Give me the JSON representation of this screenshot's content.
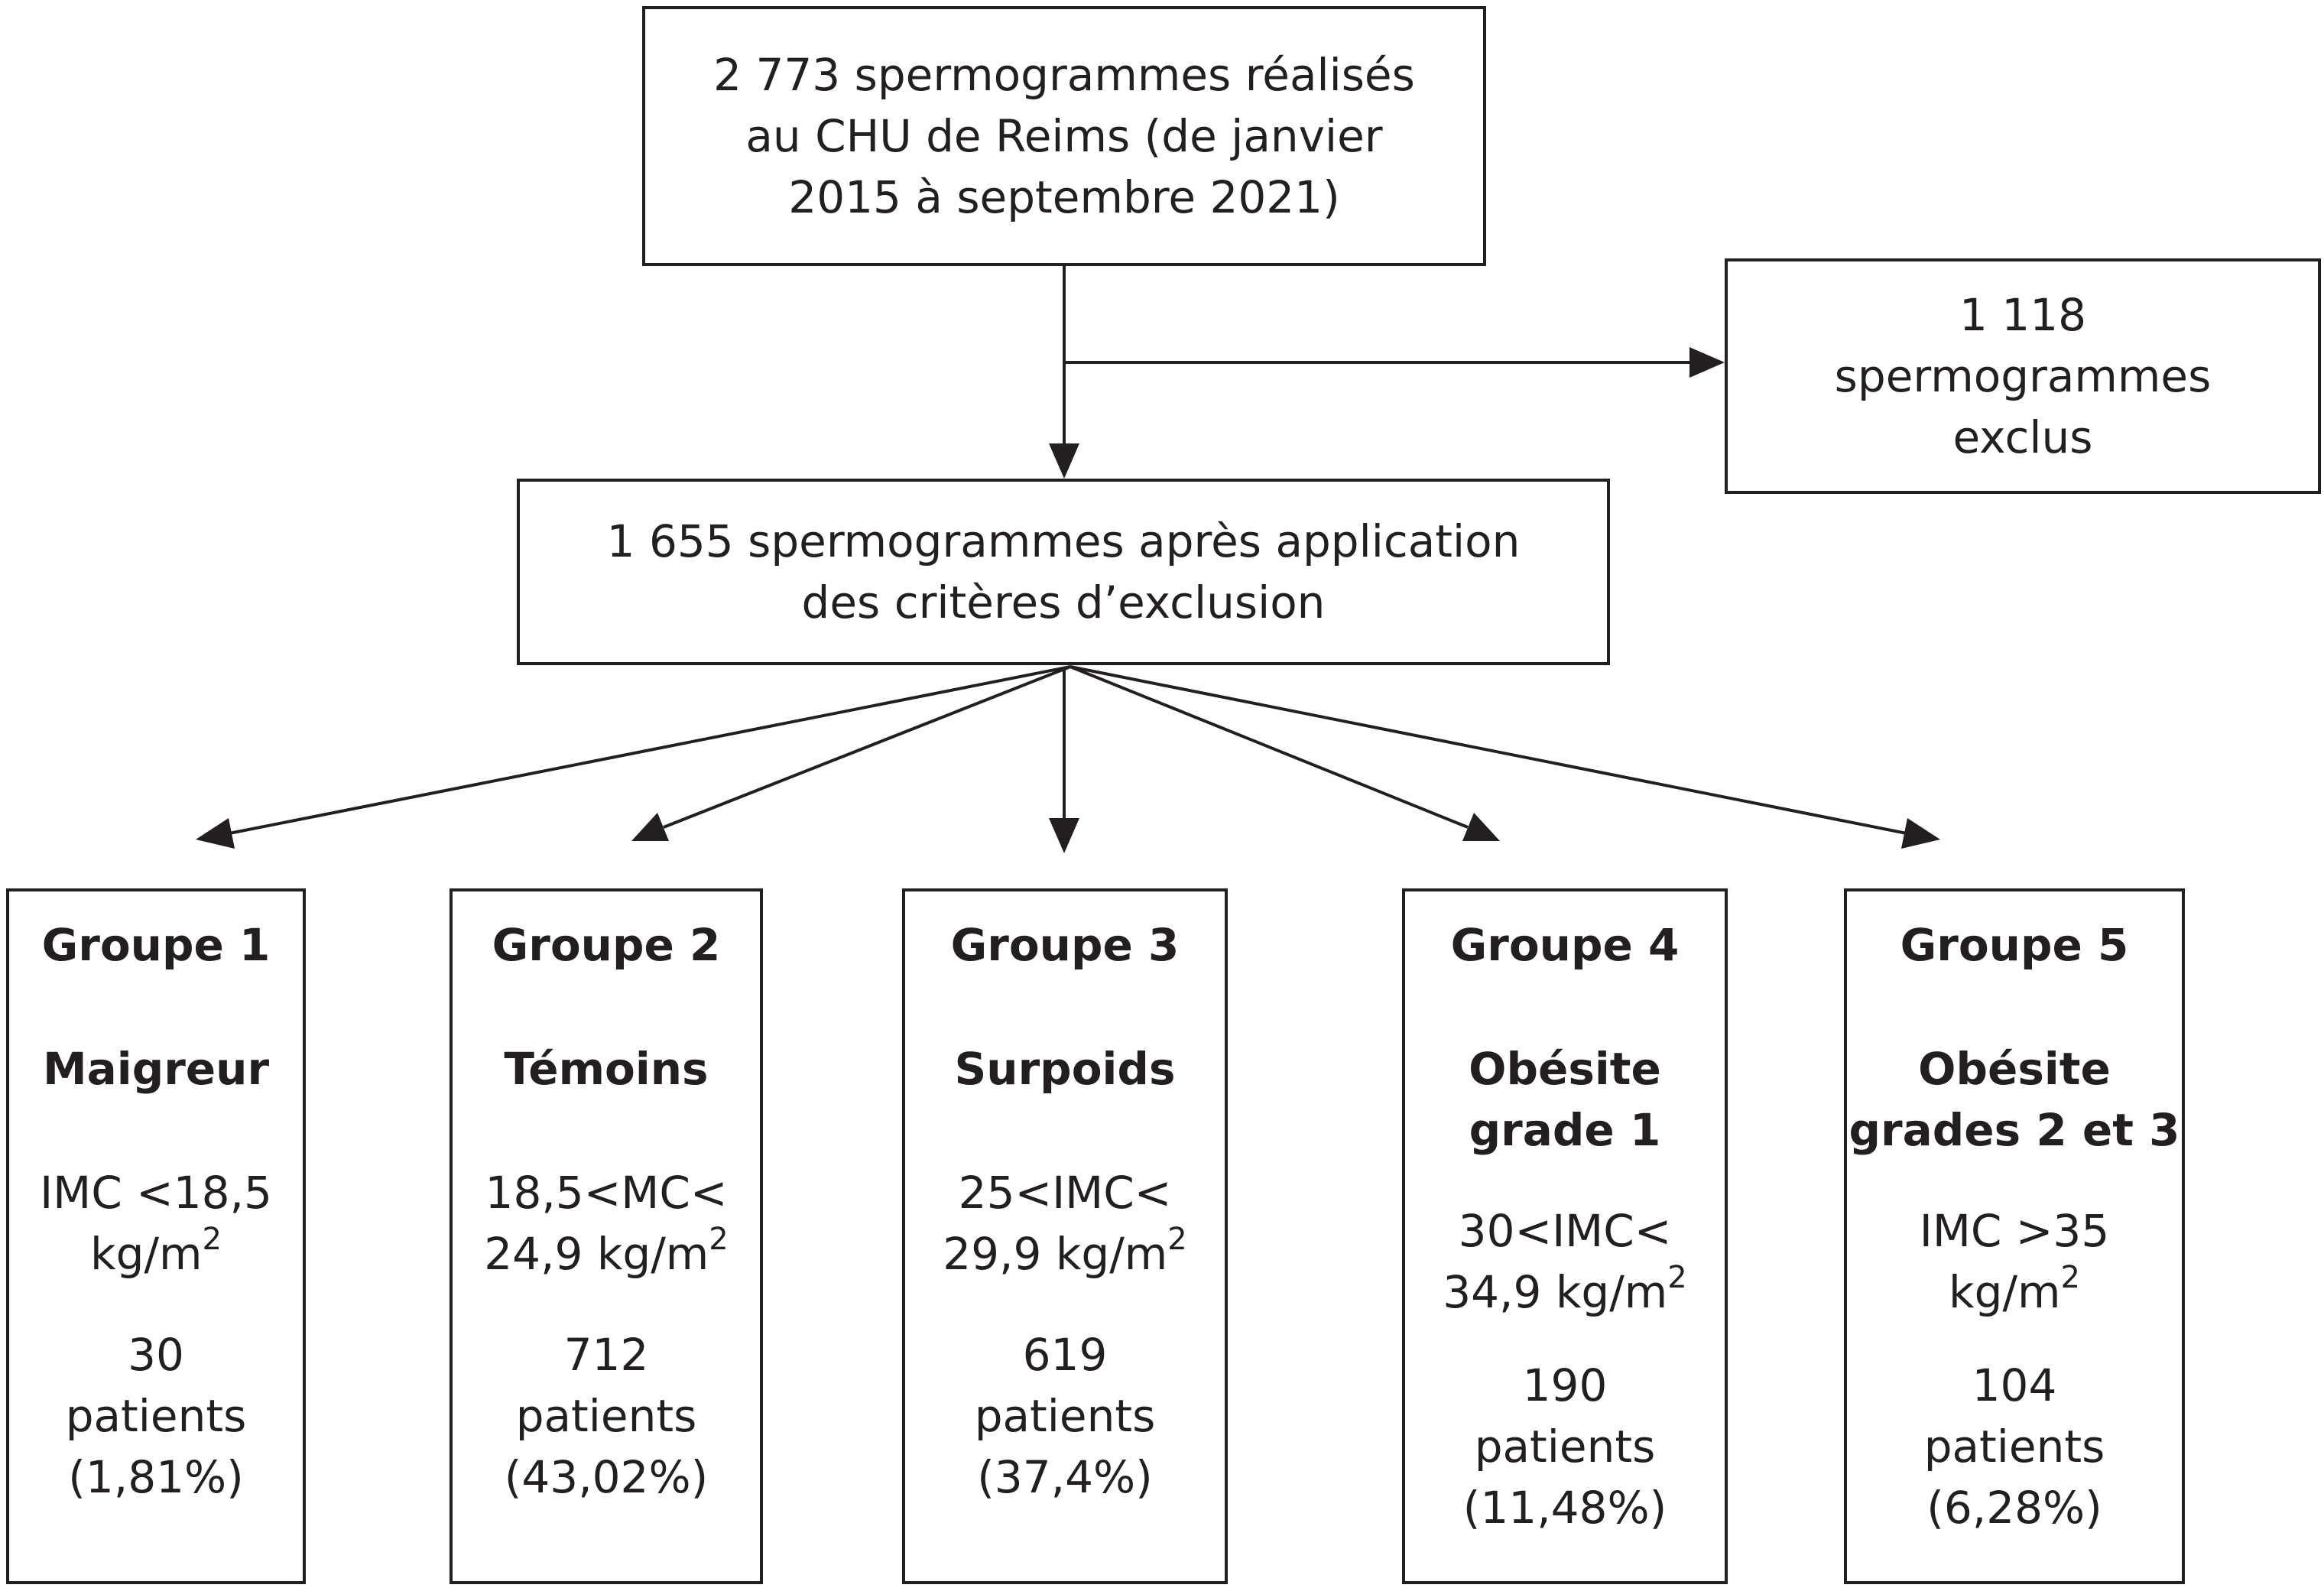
{
  "flowchart": {
    "source_box": {
      "lines": [
        "2 773 spermogrammes réalisés",
        "au CHU de Reims (de janvier",
        "2015 à septembre 2021)"
      ]
    },
    "excluded_box": {
      "lines": [
        "1 118",
        "spermogrammes",
        "exclus"
      ]
    },
    "after_box": {
      "lines": [
        "1 655 spermogrammes après application",
        "des critères d’exclusion"
      ]
    },
    "groups": [
      {
        "title": "Groupe 1",
        "name_lines": [
          "Maigreur"
        ],
        "imc_lines": [
          "IMC <18,5",
          "kg/m"
        ],
        "imc_sup": "2",
        "count_lines": [
          "30",
          "patients",
          "(1,81%)"
        ]
      },
      {
        "title": "Groupe 2",
        "name_lines": [
          "Témoins"
        ],
        "imc_lines": [
          "18,5<MC<",
          "24,9 kg/m"
        ],
        "imc_sup": "2",
        "count_lines": [
          "712",
          "patients",
          "(43,02%)"
        ]
      },
      {
        "title": "Groupe 3",
        "name_lines": [
          "Surpoids"
        ],
        "imc_lines": [
          "25<IMC<",
          "29,9 kg/m"
        ],
        "imc_sup": "2",
        "count_lines": [
          "619",
          "patients",
          "(37,4%)"
        ]
      },
      {
        "title": "Groupe 4",
        "name_lines": [
          "Obésite",
          "grade 1"
        ],
        "imc_lines": [
          "30<IMC<",
          "34,9 kg/m"
        ],
        "imc_sup": "2",
        "count_lines": [
          "190",
          "patients",
          "(11,48%)"
        ]
      },
      {
        "title": "Groupe 5",
        "name_lines": [
          "Obésite",
          "grades 2 et 3"
        ],
        "imc_lines": [
          "IMC >35",
          "kg/m"
        ],
        "imc_sup": "2",
        "count_lines": [
          "104",
          "patients",
          "(6,28%)"
        ]
      }
    ]
  },
  "colors": {
    "line": "#231f20",
    "background": "#ffffff"
  }
}
